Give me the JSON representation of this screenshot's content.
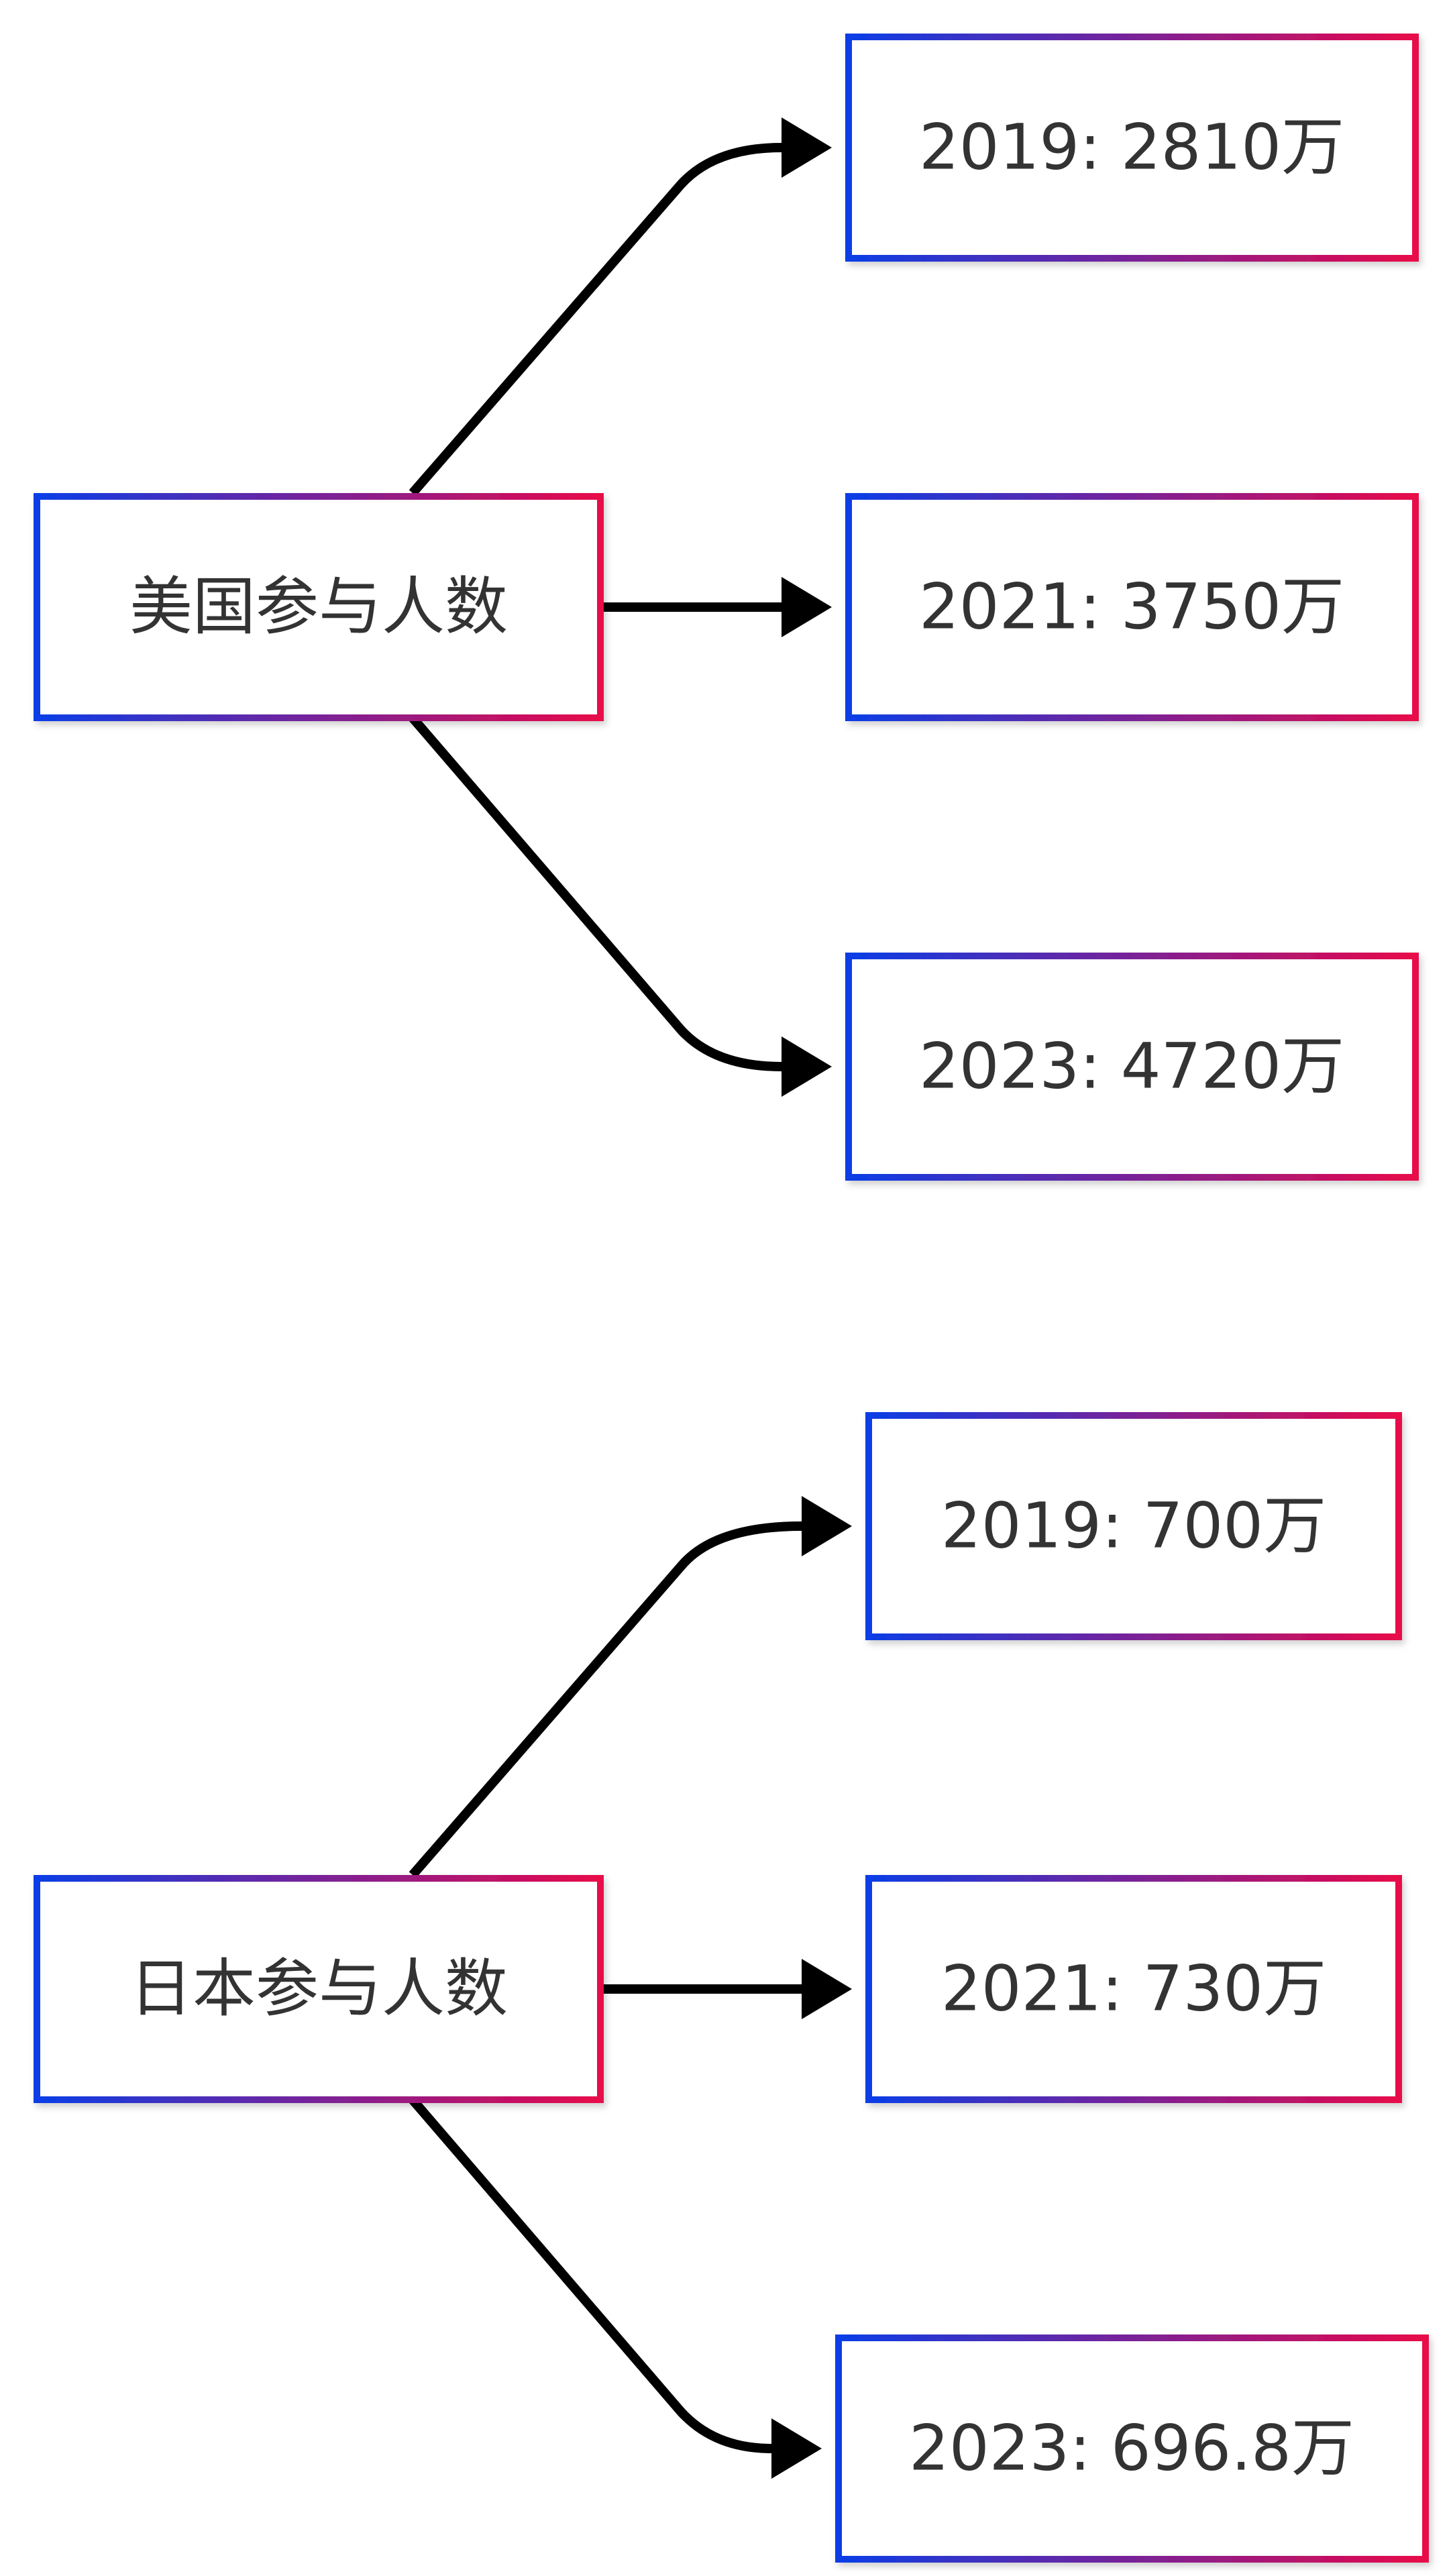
{
  "colors": {
    "gradient_start": "#0a3de6",
    "gradient_end": "#e8084a",
    "edge": "#000000",
    "text": "#333333",
    "background": "#ffffff"
  },
  "groups": [
    {
      "source": {
        "label": "美国参与人数"
      },
      "targets": [
        {
          "label": "2019: 2810万"
        },
        {
          "label": "2021: 3750万"
        },
        {
          "label": "2023: 4720万"
        }
      ]
    },
    {
      "source": {
        "label": "日本参与人数"
      },
      "targets": [
        {
          "label": "2019: 700万"
        },
        {
          "label": "2021: 730万"
        },
        {
          "label": "2023: 696.8万"
        }
      ]
    }
  ]
}
